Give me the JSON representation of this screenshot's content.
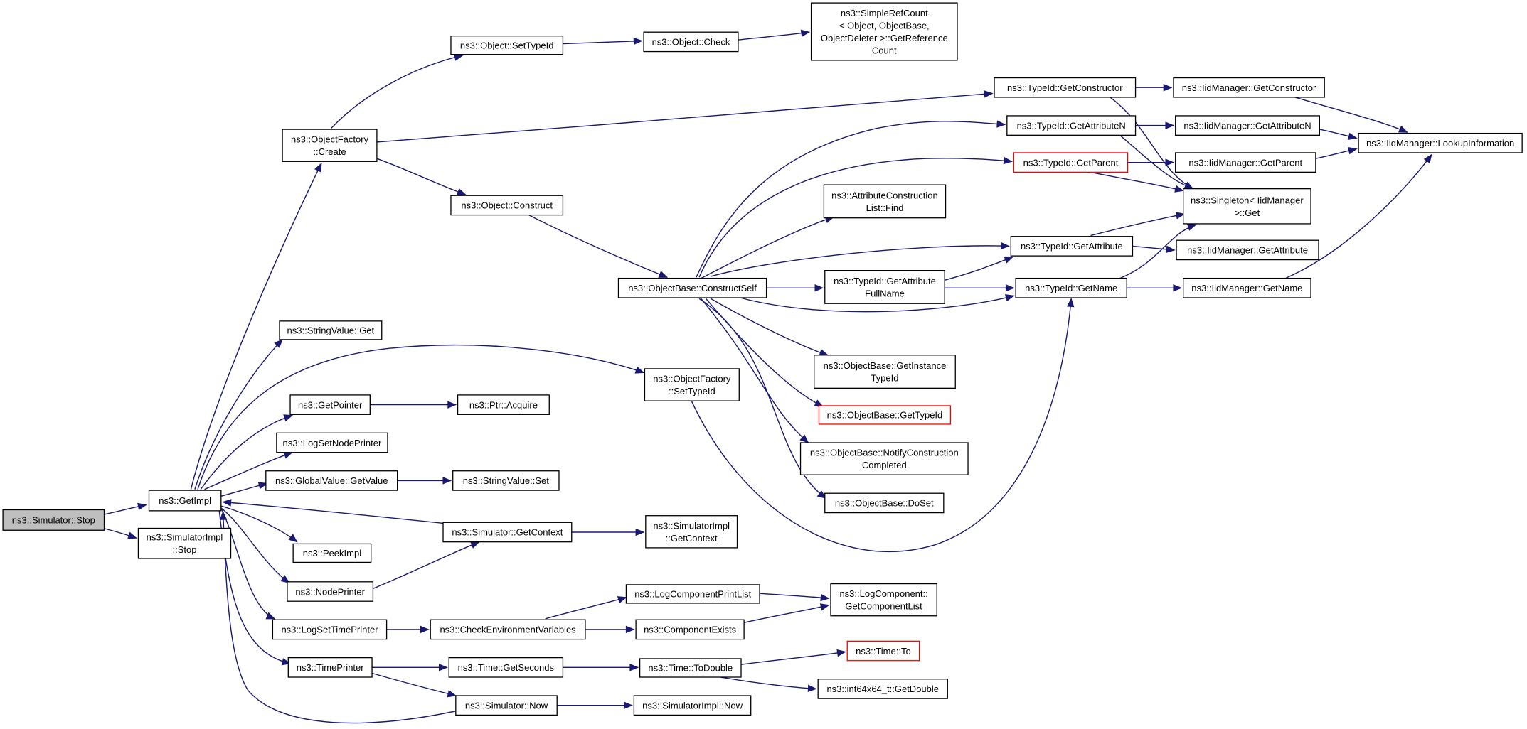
{
  "nodes": [
    {
      "id": "stop",
      "root": true,
      "lines": [
        "ns3::Simulator::Stop"
      ]
    },
    {
      "id": "getimpl",
      "lines": [
        "ns3::GetImpl"
      ]
    },
    {
      "id": "simimplstop",
      "lines": [
        "ns3::SimulatorImpl",
        "::Stop"
      ]
    },
    {
      "id": "ofcreate",
      "lines": [
        "ns3::ObjectFactory",
        "::Create"
      ]
    },
    {
      "id": "strget",
      "lines": [
        "ns3::StringValue::Get"
      ]
    },
    {
      "id": "getpointer",
      "lines": [
        "ns3::GetPointer"
      ]
    },
    {
      "id": "logsetnode",
      "lines": [
        "ns3::LogSetNodePrinter"
      ]
    },
    {
      "id": "gvgetvalue",
      "lines": [
        "ns3::GlobalValue::GetValue"
      ]
    },
    {
      "id": "peekimpl",
      "lines": [
        "ns3::PeekImpl"
      ]
    },
    {
      "id": "nodeprinter",
      "lines": [
        "ns3::NodePrinter"
      ]
    },
    {
      "id": "logsettime",
      "lines": [
        "ns3::LogSetTimePrinter"
      ]
    },
    {
      "id": "timeprinter",
      "lines": [
        "ns3::TimePrinter"
      ]
    },
    {
      "id": "objsettypeid",
      "lines": [
        "ns3::Object::SetTypeId"
      ]
    },
    {
      "id": "objconstruct",
      "lines": [
        "ns3::Object::Construct"
      ]
    },
    {
      "id": "ptracquire",
      "lines": [
        "ns3::Ptr::Acquire"
      ]
    },
    {
      "id": "strset",
      "lines": [
        "ns3::StringValue::Set"
      ]
    },
    {
      "id": "simgetcontext",
      "lines": [
        "ns3::Simulator::GetContext"
      ]
    },
    {
      "id": "checkenv",
      "lines": [
        "ns3::CheckEnvironmentVariables"
      ]
    },
    {
      "id": "timegetsec",
      "lines": [
        "ns3::Time::GetSeconds"
      ]
    },
    {
      "id": "simnow",
      "lines": [
        "ns3::Simulator::Now"
      ]
    },
    {
      "id": "objcheck",
      "lines": [
        "ns3::Object::Check"
      ]
    },
    {
      "id": "ofsettypeid",
      "lines": [
        "ns3::ObjectFactory",
        "::SetTypeId"
      ]
    },
    {
      "id": "simimplgetctx",
      "lines": [
        "ns3::SimulatorImpl",
        "::GetContext"
      ]
    },
    {
      "id": "logcompprint",
      "lines": [
        "ns3::LogComponentPrintList"
      ]
    },
    {
      "id": "compexists",
      "lines": [
        "ns3::ComponentExists"
      ]
    },
    {
      "id": "timetodouble",
      "lines": [
        "ns3::Time::ToDouble"
      ]
    },
    {
      "id": "simimplnow",
      "lines": [
        "ns3::SimulatorImpl::Now"
      ]
    },
    {
      "id": "simplerefcount",
      "lines": [
        "ns3::SimpleRefCount",
        "< Object, ObjectBase,",
        "ObjectDeleter >::GetReference",
        "Count"
      ]
    },
    {
      "id": "constructself",
      "lines": [
        "ns3::ObjectBase::ConstructSelf"
      ]
    },
    {
      "id": "logcompgetlist",
      "lines": [
        "ns3::LogComponent::",
        "GetComponentList"
      ]
    },
    {
      "id": "timeto",
      "hl": true,
      "lines": [
        "ns3::Time::To"
      ]
    },
    {
      "id": "int64getdouble",
      "lines": [
        "ns3::int64x64_t::GetDouble"
      ]
    },
    {
      "id": "acfind",
      "lines": [
        "ns3::AttributeConstruction",
        "List::Find"
      ]
    },
    {
      "id": "tidgetattrfull",
      "lines": [
        "ns3::TypeId::GetAttribute",
        "FullName"
      ]
    },
    {
      "id": "obgetinst",
      "lines": [
        "ns3::ObjectBase::GetInstance",
        "TypeId"
      ]
    },
    {
      "id": "obgettypeid",
      "hl": true,
      "lines": [
        "ns3::ObjectBase::GetTypeId"
      ]
    },
    {
      "id": "obnotify",
      "lines": [
        "ns3::ObjectBase::NotifyConstruction",
        "Completed"
      ]
    },
    {
      "id": "obdoset",
      "lines": [
        "ns3::ObjectBase::DoSet"
      ]
    },
    {
      "id": "tidgetctor",
      "lines": [
        "ns3::TypeId::GetConstructor"
      ]
    },
    {
      "id": "tidgetattrn",
      "lines": [
        "ns3::TypeId::GetAttributeN"
      ]
    },
    {
      "id": "tidgetparent",
      "hl": true,
      "lines": [
        "ns3::TypeId::GetParent"
      ]
    },
    {
      "id": "tidgetattr",
      "lines": [
        "ns3::TypeId::GetAttribute"
      ]
    },
    {
      "id": "tidgetname",
      "lines": [
        "ns3::TypeId::GetName"
      ]
    },
    {
      "id": "iidgetctor",
      "lines": [
        "ns3::IidManager::GetConstructor"
      ]
    },
    {
      "id": "iidgetattrn",
      "lines": [
        "ns3::IidManager::GetAttributeN"
      ]
    },
    {
      "id": "iidgetparent",
      "lines": [
        "ns3::IidManager::GetParent"
      ]
    },
    {
      "id": "singleton",
      "lines": [
        "ns3::Singleton< IidManager",
        ">::Get"
      ]
    },
    {
      "id": "iidgetattr",
      "lines": [
        "ns3::IidManager::GetAttribute"
      ]
    },
    {
      "id": "iidgetname",
      "lines": [
        "ns3::IidManager::GetName"
      ]
    },
    {
      "id": "iidlookup",
      "lines": [
        "ns3::IidManager::LookupInformation"
      ]
    }
  ]
}
